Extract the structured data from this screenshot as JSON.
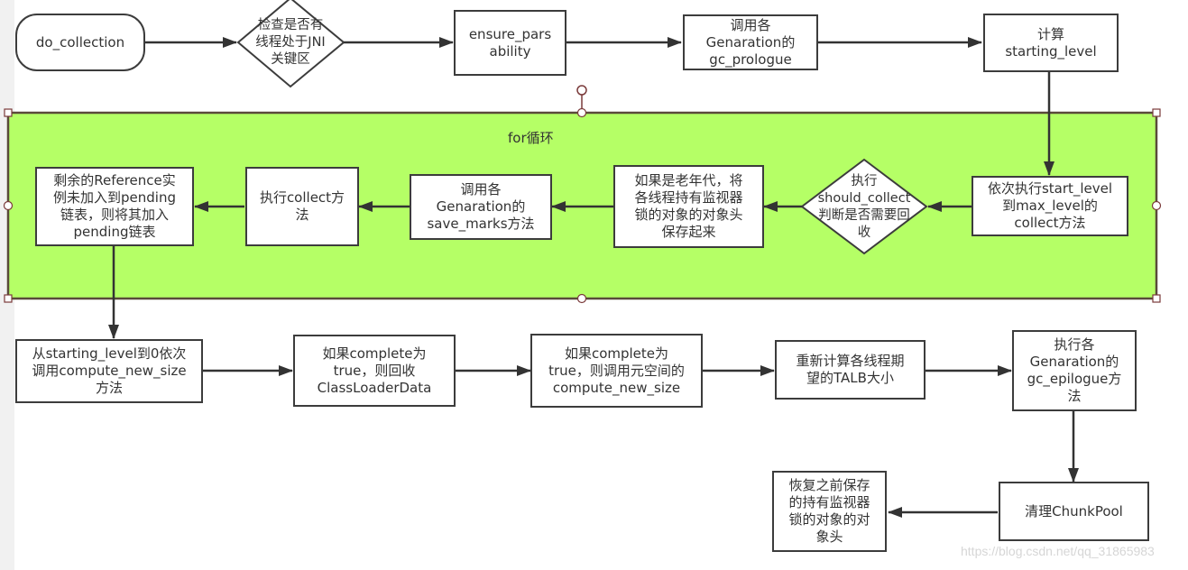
{
  "diagram": {
    "loop_label": "for循环",
    "watermark": "https://blog.csdn.net/qq_31865983",
    "colors": {
      "loop_fill": "#b5ff66",
      "loop_border": "#5a4a3a",
      "line": "#333333",
      "handle": "#7a3a3a"
    },
    "nodes": {
      "do_collection": "do_collection",
      "check_jni": "检查是否有\n线程处于JNI\n关键区",
      "ensure_parsability": "ensure_pars\nability",
      "gc_prologue": "调用各\nGenaration的\ngc_prologue",
      "compute_starting_level": "计算\nstarting_level",
      "collect_levels": "依次执行start_level\n到max_level的\ncollect方法",
      "should_collect": "执行\nshould_collect\n判断是否需要回\n收",
      "save_monitor_headers": "如果是老年代，将\n各线程持有监视器\n锁的对象的对象头\n保存起来",
      "save_marks": "调用各\nGenaration的\nsave_marks方法",
      "execute_collect": "执行collect方\n法",
      "pending_reference": "剩余的Reference实\n例未加入到pending\n链表，则将其加入\npending链表",
      "compute_new_size": "从starting_level到0依次\n调用compute_new_size\n方法",
      "unload_classloaderdata": "如果complete为\ntrue，则回收\nClassLoaderData",
      "metaspace_compute": "如果complete为\ntrue，则调用元空间的\ncompute_new_size",
      "talb_resize": "重新计算各线程期\n望的TALB大小",
      "gc_epilogue": "执行各\nGenaration的\ngc_epilogue方\n法",
      "clean_chunkpool": "清理ChunkPool",
      "restore_headers": "恢复之前保存\n的持有监视器\n锁的对象的对\n象头"
    }
  }
}
